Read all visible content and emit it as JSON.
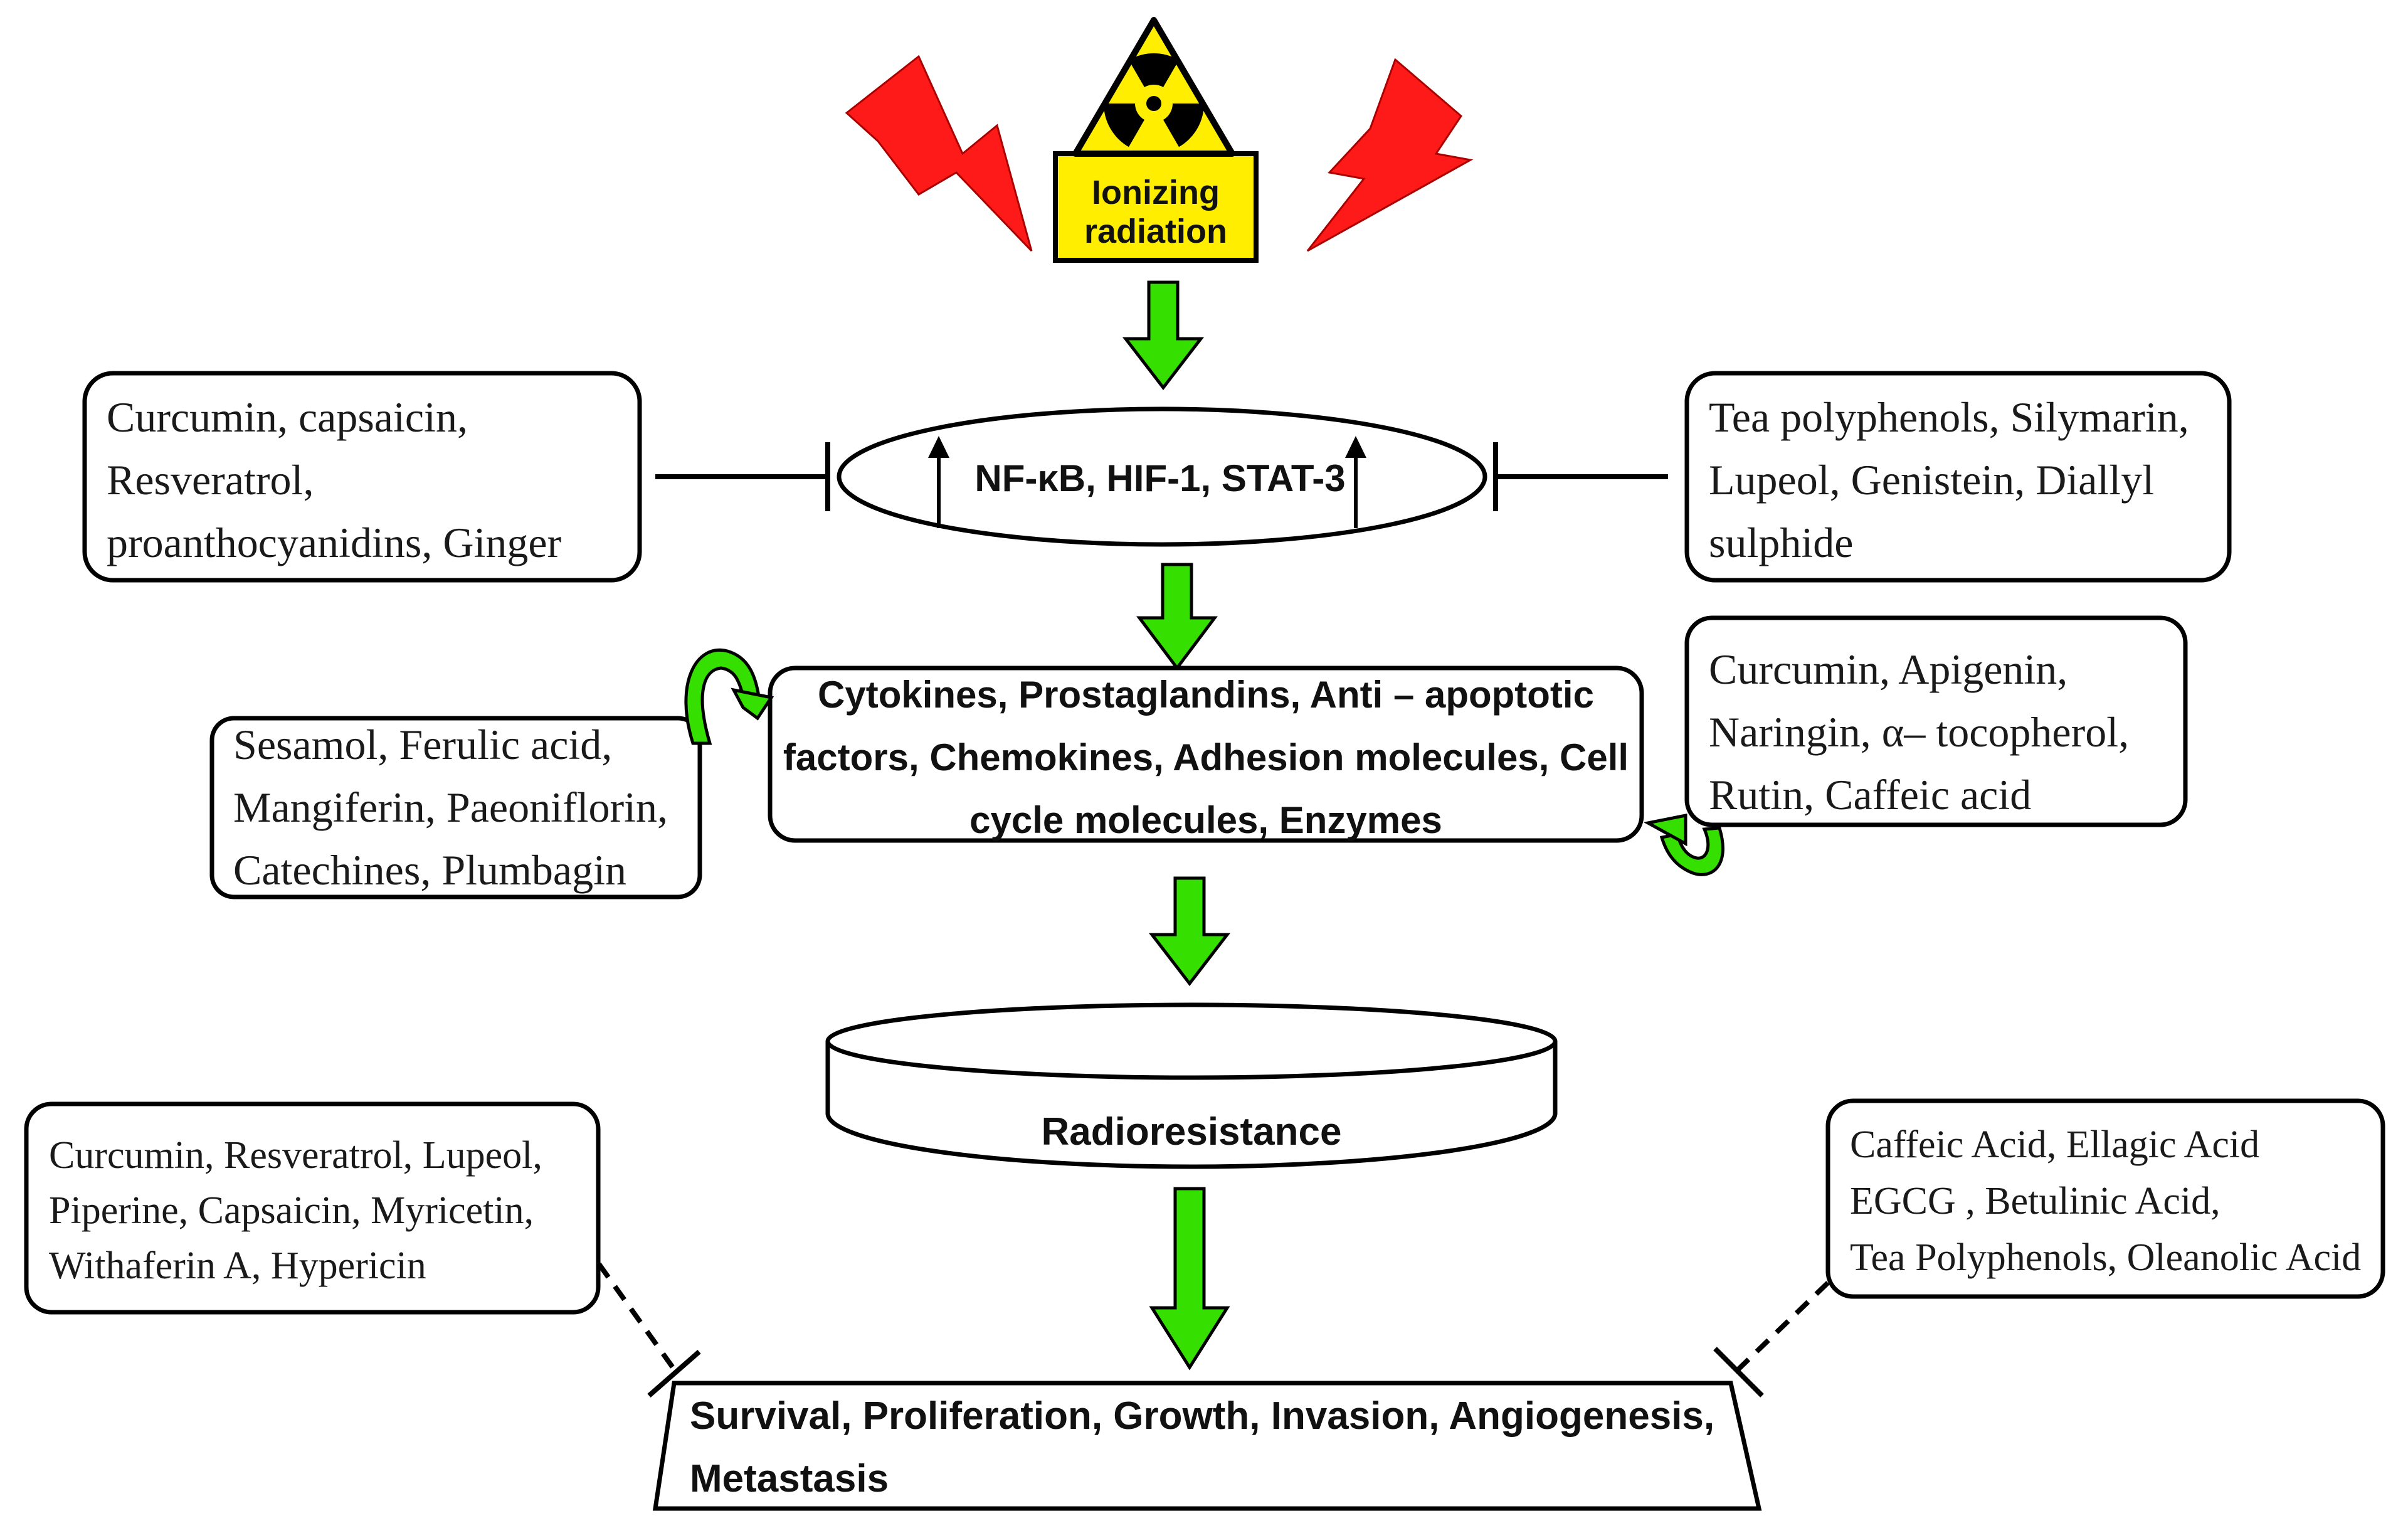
{
  "colors": {
    "flow_arrow": "#35e000",
    "bolt": "#ff1a1a",
    "hazard_yellow": "#ffee00",
    "stroke": "#000000",
    "background": "#ffffff"
  },
  "icons": {
    "hazard": "radiation-trefoil-icon",
    "bolt": "lightning-bolt-icon",
    "flow": "green-down-arrow-icon",
    "curved": "green-curved-arrow-icon",
    "inhibit": "inhibition-bar-icon"
  },
  "sign": {
    "line1": "Ionizing",
    "line2": "radiation"
  },
  "nfkb": {
    "label": "NF-κB, HIF-1, STAT-3"
  },
  "left_box_1": {
    "lines": [
      "Curcumin, capsaicin,",
      "Resveratrol,",
      "proanthocyanidins, Ginger"
    ]
  },
  "right_box_1": {
    "lines": [
      "Tea polyphenols, Silymarin,",
      "Lupeol, Genistein, Diallyl",
      "sulphide"
    ]
  },
  "cytokines": {
    "lines": [
      "Cytokines, Prostaglandins, Anti – apoptotic",
      "factors, Chemokines, Adhesion molecules, Cell",
      "cycle molecules, Enzymes"
    ]
  },
  "left_box_2": {
    "lines": [
      "Sesamol, Ferulic acid,",
      "Mangiferin, Paeoniflorin,",
      "Catechines, Plumbagin"
    ]
  },
  "right_box_2": {
    "lines": [
      "Curcumin, Apigenin,",
      "Naringin, α– tocopherol,",
      "Rutin, Caffeic acid"
    ]
  },
  "radioresistance": {
    "label": "Radioresistance"
  },
  "left_box_3": {
    "lines": [
      "Curcumin, Resveratrol, Lupeol,",
      "Piperine, Capsaicin, Myricetin,",
      "Withaferin A, Hypericin"
    ]
  },
  "right_box_3": {
    "lines": [
      "Caffeic Acid, Ellagic Acid",
      "EGCG , Betulinic Acid,",
      "Tea Polyphenols, Oleanolic Acid"
    ]
  },
  "outcome": {
    "lines": [
      "Survival, Proliferation, Growth, Invasion, Angiogenesis,",
      "Metastasis"
    ]
  }
}
